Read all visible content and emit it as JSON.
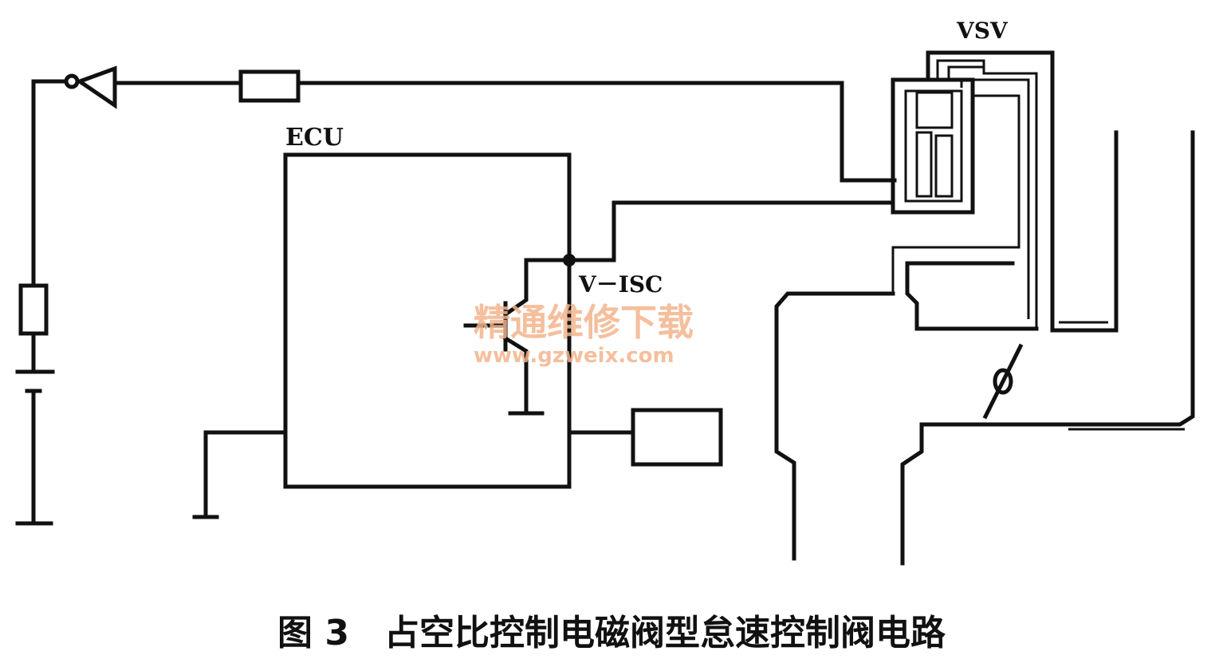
{
  "labels": {
    "vsv": "VSV",
    "ecu": "ECU",
    "v_isc": "V－ISC"
  },
  "caption": "图 3　占空比控制电磁阀型怠速控制阀电路",
  "watermark": {
    "line1": "精通维修下载",
    "line2": "www.gzweix.com"
  },
  "colors": {
    "line": "#111111",
    "watermark": "#f3b48c"
  }
}
